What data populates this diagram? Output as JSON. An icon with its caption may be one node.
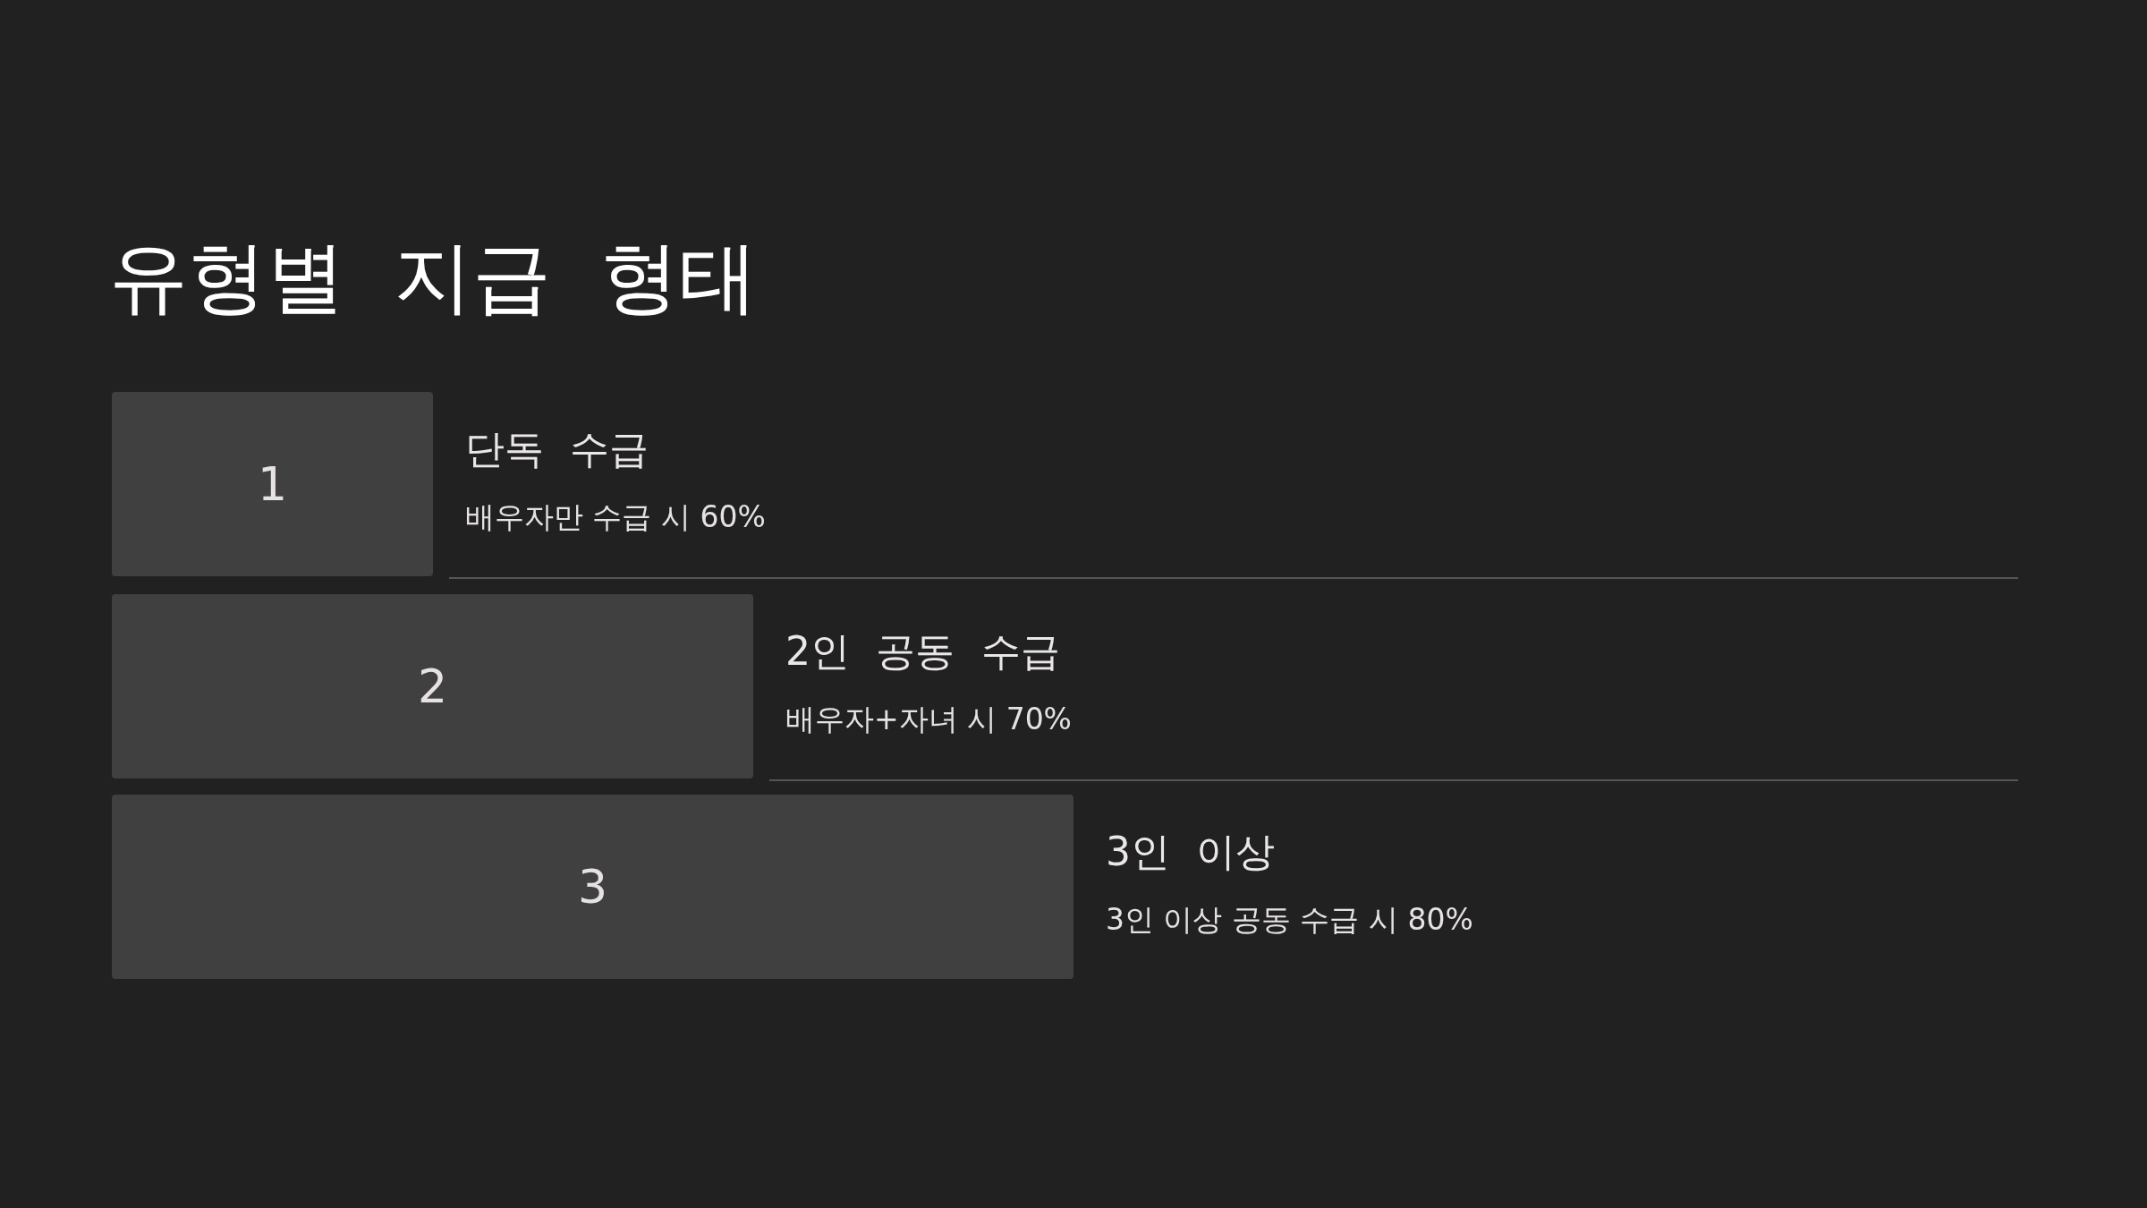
{
  "diagram": {
    "title": "유형별 지급 형태",
    "nodes": [
      {
        "text": [
          "1"
        ],
        "beside": [
          "단독 수급",
          "배우자만 수급 시 60%"
        ]
      },
      {
        "text": [
          "2"
        ],
        "beside": [
          "2인 공동 수급",
          "배우자+자녀 시 70%"
        ]
      },
      {
        "text": [
          "3"
        ],
        "beside": [
          "3인 이상",
          "3인 이상 공동 수급 시 80%"
        ]
      }
    ]
  }
}
